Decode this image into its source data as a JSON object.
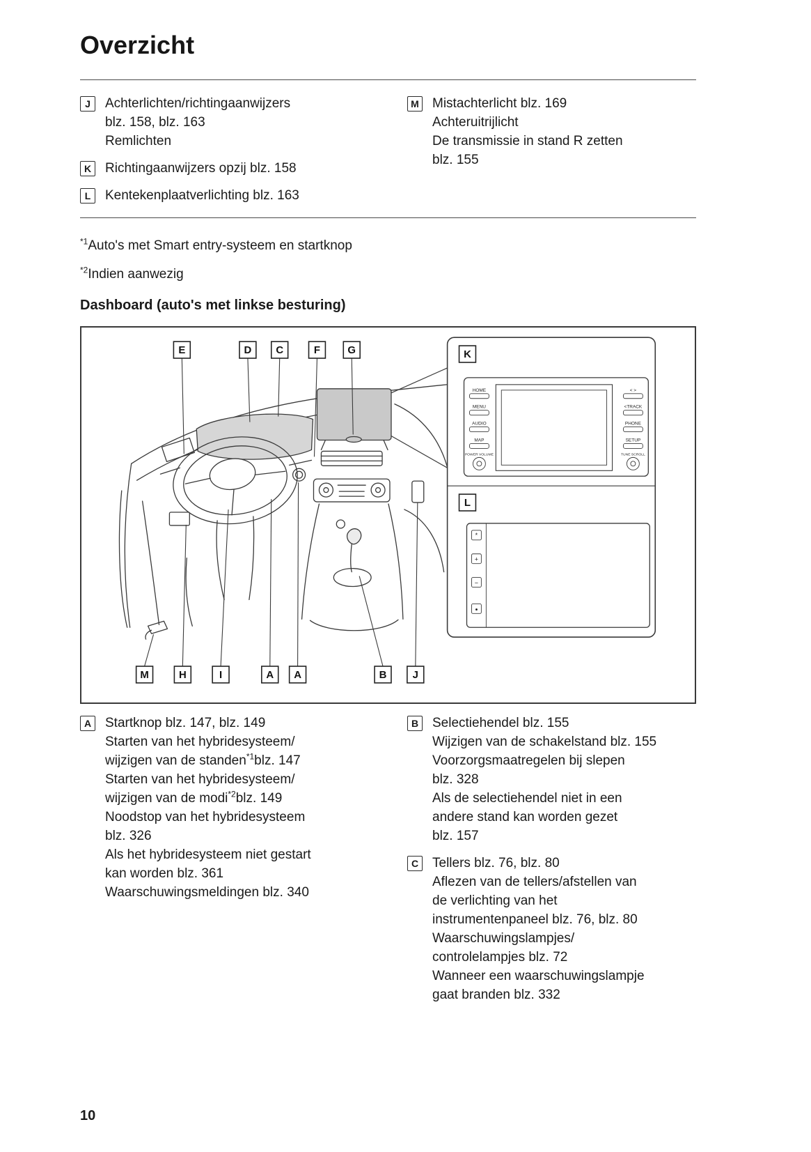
{
  "page": {
    "title": "Overzicht",
    "section_heading": "Dashboard (auto's met linkse besturing)",
    "page_number": "10"
  },
  "top_list": {
    "left": [
      {
        "key": "J",
        "lines": [
          "Achterlichten/richtingaanwijzers",
          "blz. 158, blz. 163",
          "Remlichten"
        ]
      },
      {
        "key": "K",
        "lines": [
          "Richtingaanwijzers opzij blz. 158"
        ]
      },
      {
        "key": "L",
        "lines": [
          "Kentekenplaatverlichting blz. 163"
        ]
      }
    ],
    "right": [
      {
        "key": "M",
        "lines": [
          "Mistachterlicht blz. 169",
          "Achteruitrijlicht",
          "De transmissie in stand R zetten",
          "blz. 155"
        ]
      }
    ]
  },
  "footnotes": [
    "^{*1}Auto's met Smart entry-systeem en startknop",
    "^{*2}Indien aanwezig"
  ],
  "diagram": {
    "top_callouts": [
      "E",
      "D",
      "C",
      "F",
      "G"
    ],
    "inset_callouts": [
      "K",
      "L"
    ],
    "bottom_callouts": [
      "M",
      "H",
      "I",
      "A",
      "A",
      "B",
      "J"
    ],
    "infotainment": {
      "left_buttons": [
        "HOME",
        "MENU",
        "AUDIO",
        "MAP"
      ],
      "left_knob": "POWER VOLUME",
      "right_buttons": [
        "< >",
        "<TRACK",
        "PHONE",
        "SETUP"
      ],
      "right_knob": "TUNE SCROLL"
    },
    "l_panel_buttons": [
      "*",
      "+",
      "−",
      "●"
    ]
  },
  "bottom_list": {
    "left": [
      {
        "key": "A",
        "lines": [
          "Startknop blz. 147, blz. 149",
          "Starten van het hybridesysteem/",
          "wijzigen van de standen^{*1}blz. 147",
          "Starten van het hybridesysteem/",
          "wijzigen van de modi^{*2}blz. 149",
          "Noodstop van het hybridesysteem",
          "blz. 326",
          "Als het hybridesysteem niet gestart",
          "kan worden blz. 361",
          "Waarschuwingsmeldingen blz. 340"
        ]
      }
    ],
    "right": [
      {
        "key": "B",
        "lines": [
          "Selectiehendel blz. 155",
          "Wijzigen van de schakelstand blz. 155",
          "Voorzorgsmaatregelen bij slepen",
          "blz. 328",
          "Als de selectiehendel niet in een",
          "andere stand kan worden gezet",
          "blz. 157"
        ]
      },
      {
        "key": "C",
        "lines": [
          "Tellers blz. 76, blz. 80",
          "Aflezen van de tellers/afstellen van",
          "de verlichting van het",
          "instrumentenpaneel blz. 76, blz. 80",
          "Waarschuwingslampjes/",
          "controlelampjes blz. 72",
          "Wanneer een waarschuwingslampje",
          "gaat branden blz. 332"
        ]
      }
    ]
  }
}
